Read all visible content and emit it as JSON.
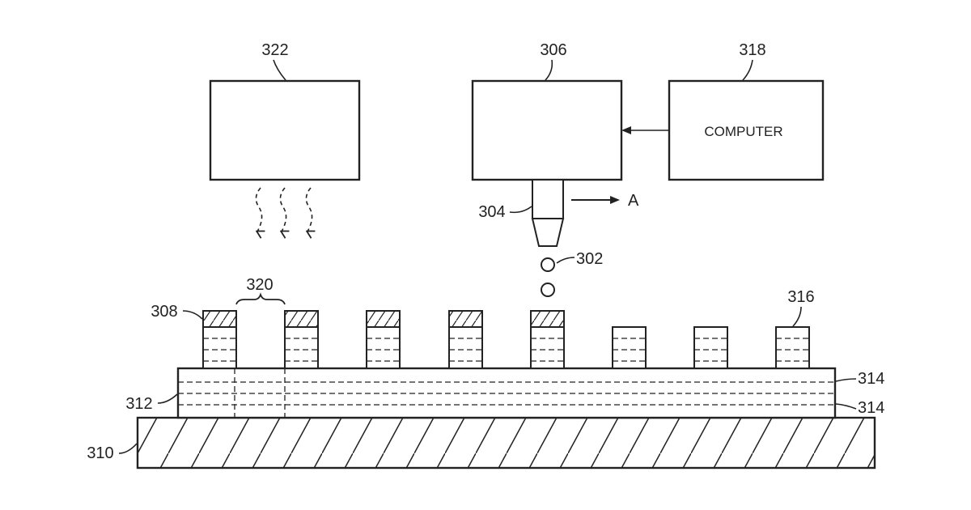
{
  "labels": {
    "ref_322": "322",
    "ref_306": "306",
    "ref_318": "318",
    "computer_text": "COMPUTER",
    "ref_304": "304",
    "direction_a": "A",
    "ref_302": "302",
    "ref_320": "320",
    "ref_308": "308",
    "ref_316": "316",
    "ref_314_top": "314",
    "ref_314_bottom": "314",
    "ref_312": "312",
    "ref_310": "310"
  },
  "colors": {
    "ink": "#222222",
    "paper": "#ffffff"
  }
}
